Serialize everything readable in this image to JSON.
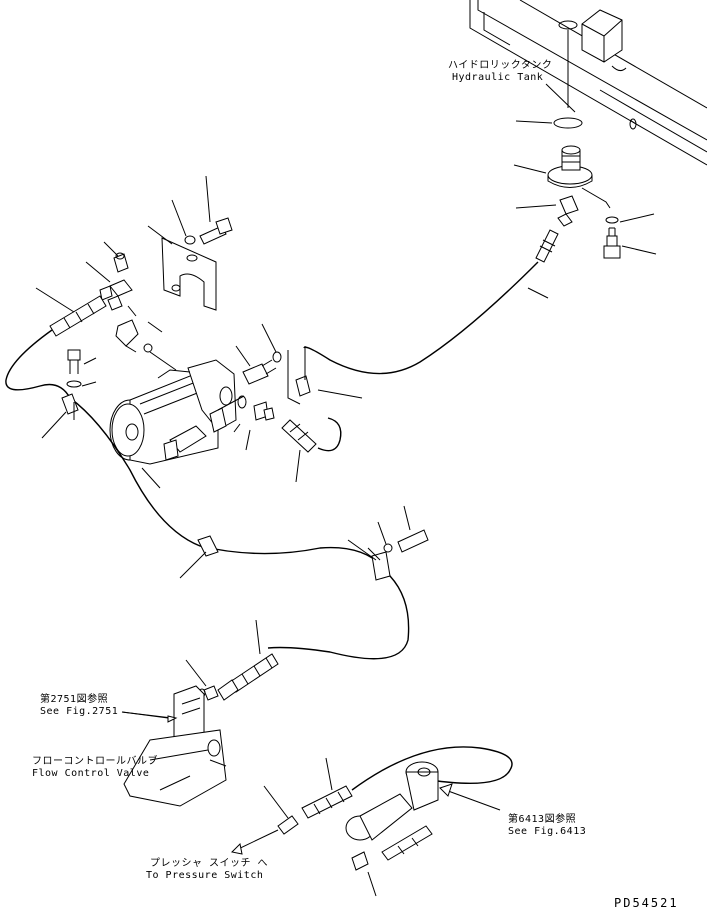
{
  "labels": {
    "tank_jp": "ハイドロリックタンク",
    "tank_en": "Hydraulic Tank",
    "fig2751_jp": "第2751図参照",
    "fig2751_en": "See Fig.2751",
    "fcv_jp": "フローコントロールバルブ",
    "fcv_en": "Flow Control Valve",
    "fig6413_jp": "第6413図参照",
    "fig6413_en": "See Fig.6413",
    "ps_jp": "プレッシャ スイッチ へ",
    "ps_en": "To Pressure Switch"
  },
  "drawing_code": "PD54521"
}
